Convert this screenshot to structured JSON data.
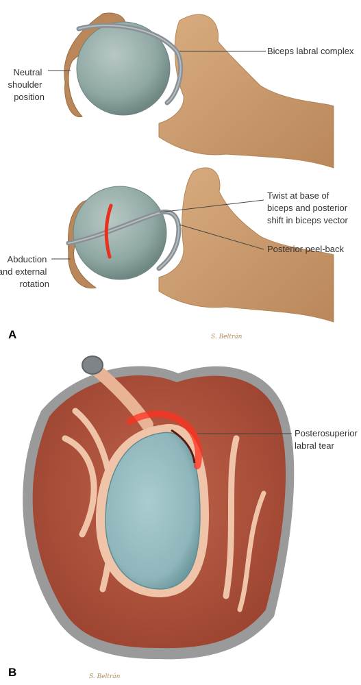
{
  "panel_a": {
    "letter": "A",
    "top_view": {
      "left_label": [
        "Neutral",
        "shoulder",
        "position"
      ],
      "right_label": "Biceps labral complex"
    },
    "bottom_view": {
      "twist_label": [
        "Twist at base of",
        "biceps and posterior",
        "shift in biceps vector"
      ],
      "peel_label": "Posterior peel-back",
      "left_label": [
        "Abduction",
        "and external",
        "rotation"
      ]
    },
    "signature": "S. Beltrán"
  },
  "panel_b": {
    "letter": "B",
    "tear_label": [
      "Posterosuperior",
      "labral tear"
    ],
    "signature": "S. Beltrán"
  },
  "colors": {
    "bone": "#c99a6c",
    "bone_dark": "#a9774a",
    "head": "#8fa8a4",
    "tendon": "#8a9196",
    "tear": "#e8321f",
    "glenoid": "#9ec3c8",
    "muscle": "#b5553e",
    "capsule": "#9a9a9a"
  }
}
